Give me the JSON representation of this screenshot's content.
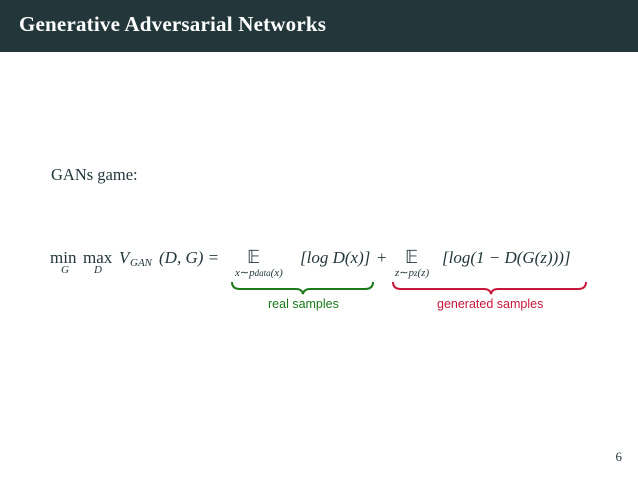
{
  "slide": {
    "title": "Generative Adversarial Networks",
    "intro": "GANs game:",
    "page_number": "6"
  },
  "equation": {
    "min": "min",
    "min_sub": "G",
    "max": "max",
    "max_sub": "D",
    "v": "V",
    "v_sub": "GAN",
    "args": "(D, G) =",
    "expect1": "𝔼",
    "expect1_sub_x": "x",
    "expect1_sub_tilde": "∼",
    "expect1_sub_p": "p",
    "expect1_sub_data": "data",
    "expect1_sub_arg": "(x)",
    "term1": "[log D(x)]",
    "plus": "+",
    "expect2": "𝔼",
    "expect2_sub_z": "z",
    "expect2_sub_tilde": "∼",
    "expect2_sub_p": "p",
    "expect2_sub_pz": "z",
    "expect2_sub_arg": "(z)",
    "term2": "[log(1 − D(G(z)))]"
  },
  "annotations": {
    "real": {
      "label": "real samples",
      "color": "#1a7a1a"
    },
    "generated": {
      "label": "generated samples",
      "color": "#c8173b"
    }
  },
  "colors": {
    "title_bar": "#23373b",
    "text": "#23373b"
  }
}
